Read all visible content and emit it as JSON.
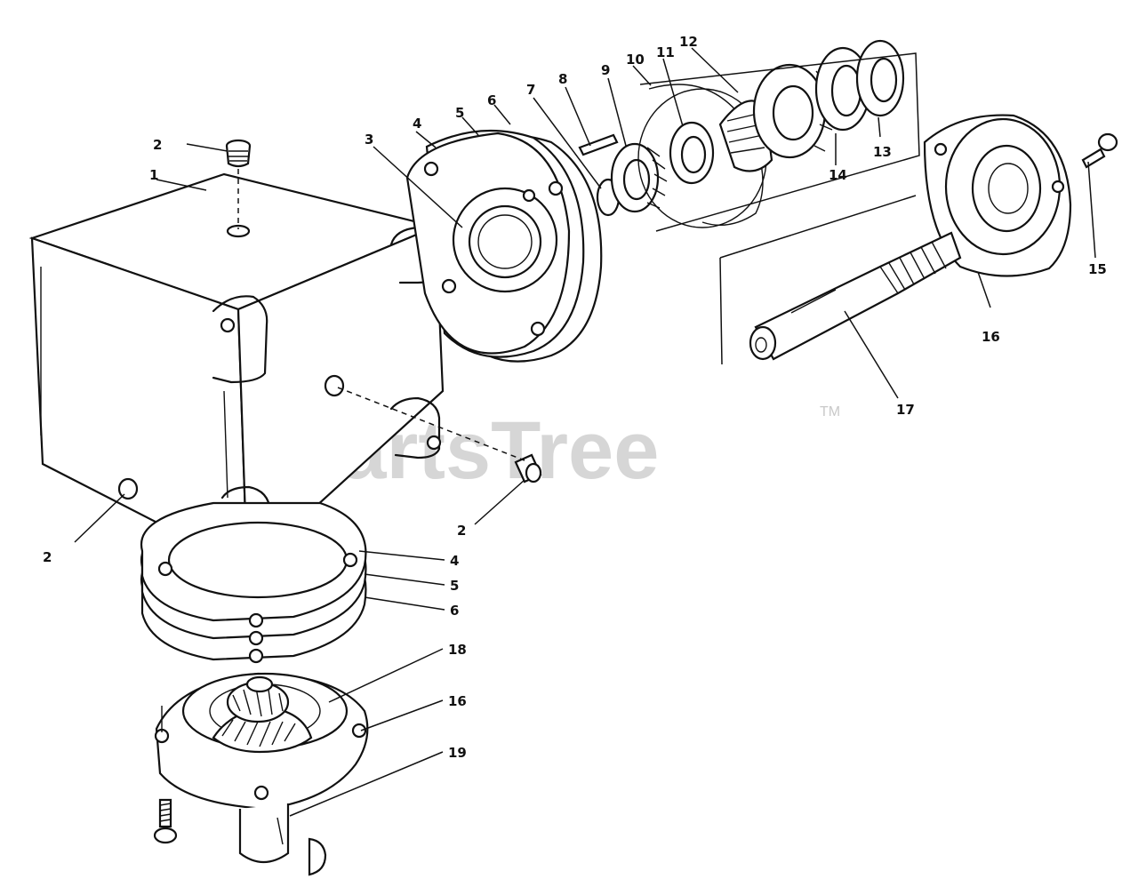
{
  "watermark": {
    "brand": "PartsTree",
    "trademark": "TM"
  },
  "callouts": [
    {
      "id": "lbl-1",
      "text": "1"
    },
    {
      "id": "lbl-2a",
      "text": "2"
    },
    {
      "id": "lbl-2b",
      "text": "2"
    },
    {
      "id": "lbl-2c",
      "text": "2"
    },
    {
      "id": "lbl-3",
      "text": "3"
    },
    {
      "id": "lbl-4a",
      "text": "4"
    },
    {
      "id": "lbl-5a",
      "text": "5"
    },
    {
      "id": "lbl-6a",
      "text": "6"
    },
    {
      "id": "lbl-7",
      "text": "7"
    },
    {
      "id": "lbl-8",
      "text": "8"
    },
    {
      "id": "lbl-9",
      "text": "9"
    },
    {
      "id": "lbl-10",
      "text": "10"
    },
    {
      "id": "lbl-11",
      "text": "11"
    },
    {
      "id": "lbl-12",
      "text": "12"
    },
    {
      "id": "lbl-13",
      "text": "13"
    },
    {
      "id": "lbl-14",
      "text": "14"
    },
    {
      "id": "lbl-15",
      "text": "15"
    },
    {
      "id": "lbl-16a",
      "text": "16"
    },
    {
      "id": "lbl-17",
      "text": "17"
    },
    {
      "id": "lbl-4b",
      "text": "4"
    },
    {
      "id": "lbl-5b",
      "text": "5"
    },
    {
      "id": "lbl-6b",
      "text": "6"
    },
    {
      "id": "lbl-18",
      "text": "18"
    },
    {
      "id": "lbl-16b",
      "text": "16"
    },
    {
      "id": "lbl-19",
      "text": "19"
    }
  ]
}
